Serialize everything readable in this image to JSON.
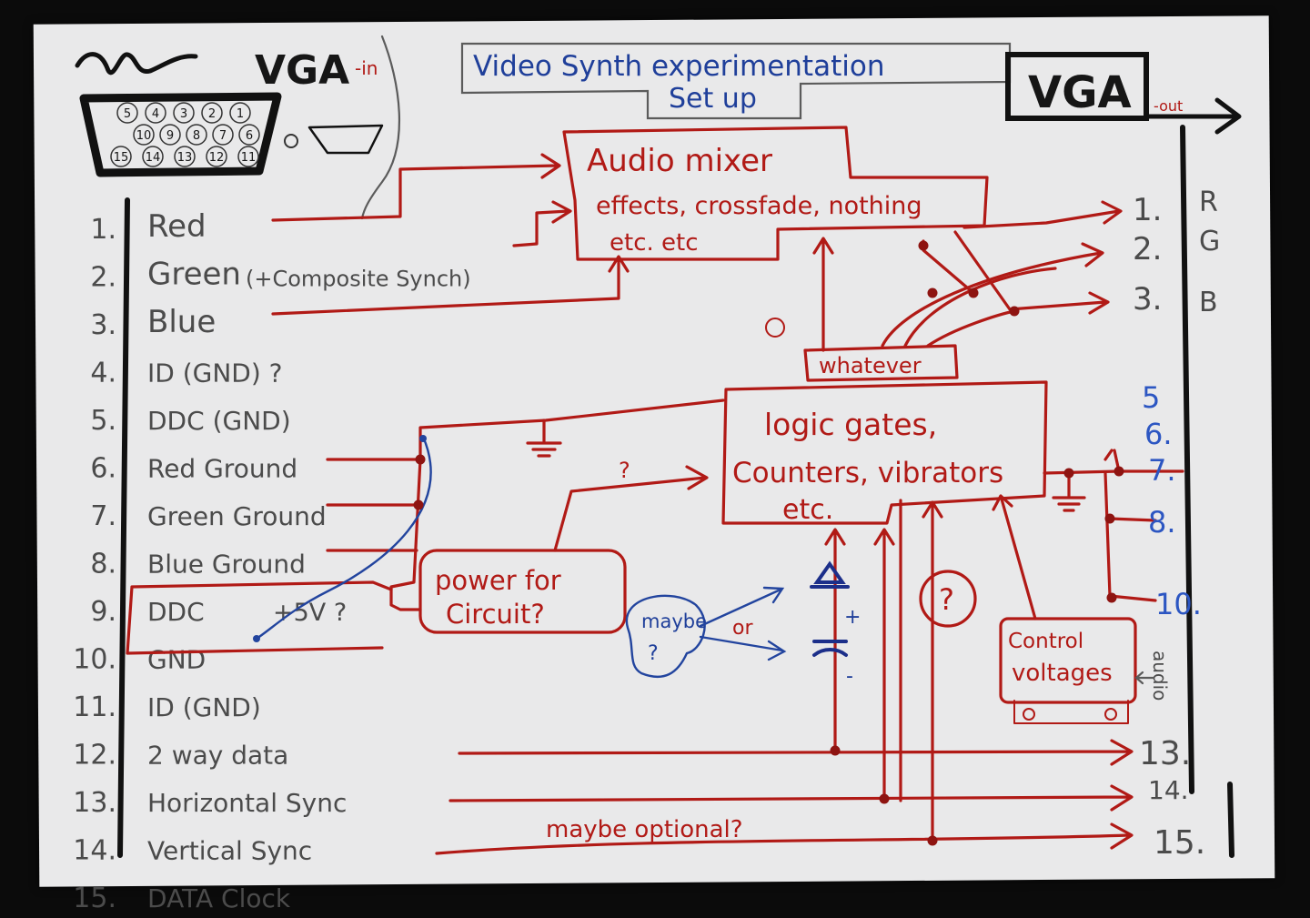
{
  "title": {
    "vga_in": "VGA",
    "vga_in_suffix": "-in",
    "header_line1": "Video Synth experimentation",
    "header_line2": "Set up",
    "vga_out": "VGA",
    "vga_out_suffix": "-out"
  },
  "connector_pins": {
    "row1": [
      "5",
      "4",
      "3",
      "2",
      "1"
    ],
    "row2": [
      "10",
      "9",
      "8",
      "7",
      "6"
    ],
    "row3": [
      "15",
      "14",
      "13",
      "12",
      "11"
    ]
  },
  "input_pins": [
    {
      "num": "1.",
      "label": "Red"
    },
    {
      "num": "2.",
      "label": "Green",
      "note": "(+Composite Synch)"
    },
    {
      "num": "3.",
      "label": "Blue"
    },
    {
      "num": "4.",
      "label": "ID (GND) ?"
    },
    {
      "num": "5.",
      "label": "DDC (GND)"
    },
    {
      "num": "6.",
      "label": "Red Ground"
    },
    {
      "num": "7.",
      "label": "Green Ground"
    },
    {
      "num": "8.",
      "label": "Blue Ground"
    },
    {
      "num": "9.",
      "label": "DDC",
      "note": "+5V ?"
    },
    {
      "num": "10.",
      "label": "GND"
    },
    {
      "num": "11.",
      "label": "ID (GND)"
    },
    {
      "num": "12.",
      "label": "2 way data"
    },
    {
      "num": "13.",
      "label": "Horizontal Sync"
    },
    {
      "num": "14.",
      "label": "Vertical Sync"
    },
    {
      "num": "15.",
      "label": "DATA Clock"
    }
  ],
  "blocks": {
    "mixer": [
      "Audio mixer",
      "effects, crossfade, nothing",
      "etc. etc"
    ],
    "whatever": "whatever",
    "logic": [
      "logic gates,",
      "Counters, vibrators",
      "etc."
    ],
    "power": [
      "power for",
      "Circuit?"
    ],
    "maybe": [
      "maybe",
      "?"
    ],
    "control": [
      "Control",
      "voltages"
    ]
  },
  "annotations": {
    "question_top": "?",
    "question_circle": "?",
    "or": "or",
    "maybe_optional": "maybe optional?",
    "audio": "audio",
    "plus": "+",
    "minus": "-"
  },
  "output_pins": {
    "rgb": [
      {
        "num": "1.",
        "letter": "R"
      },
      {
        "num": "2.",
        "letter": "G"
      },
      {
        "num": "3.",
        "letter": "B"
      }
    ],
    "blue_group": [
      "5",
      "6.",
      "7.",
      "8.",
      "10."
    ],
    "sync": [
      "13.",
      "14.",
      "15."
    ]
  }
}
